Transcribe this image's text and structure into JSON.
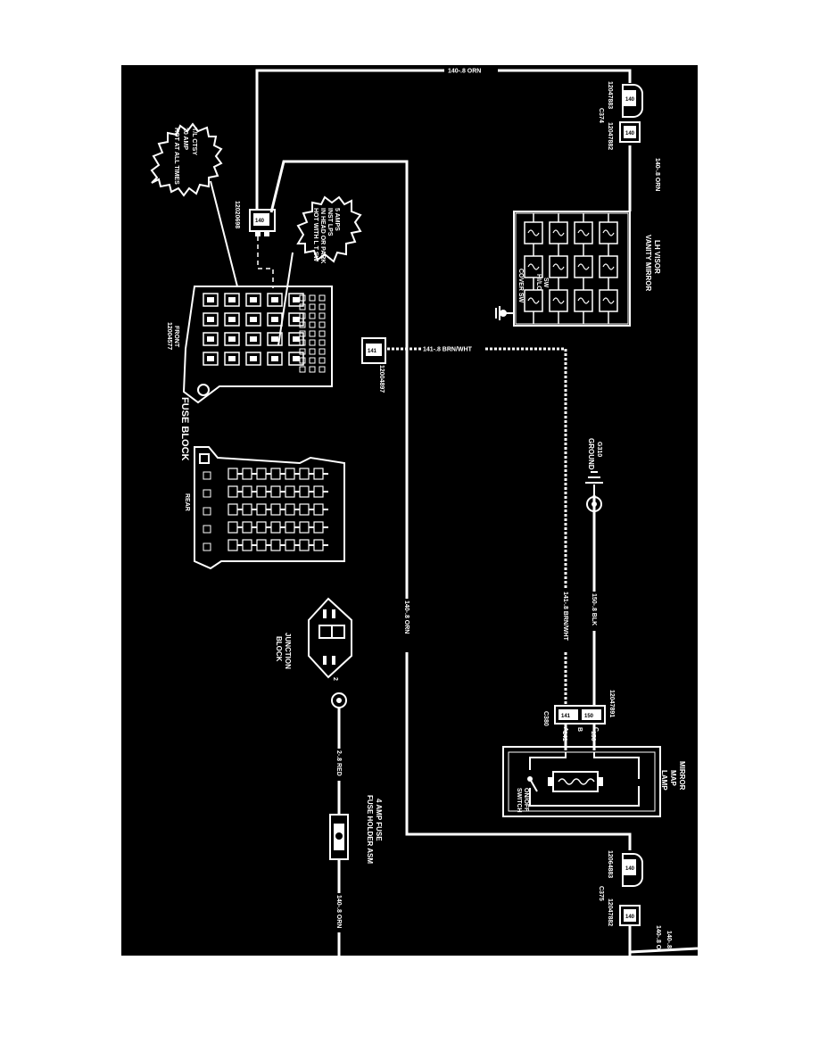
{
  "labels": {
    "wire_top_140": "140-.8 ORN",
    "wire_right_140": "140-.8 ORN",
    "wire_vert_140": "140-.8 ORN",
    "wire_141": "141-.8 BRN/WHT",
    "wire_141_vert": "141-.8 BRN/WHT",
    "wire_150": "150-.8 BLK",
    "wire_2_red": "2-.8 RED",
    "wire_bottom_140": "140-.8 ORN",
    "wire_br_140a": "140-.8 O",
    "wire_br_140b": "140-.8",
    "conn_c374": "C374",
    "conn_12047883": "12047883",
    "conn_12047882_top": "12047882",
    "conn_12020698": "12020698",
    "conn_12004897": "12004897",
    "conn_12047891": "12047891",
    "conn_c380": "C380",
    "conn_12064883": "12064883",
    "conn_12047882_bot": "12047882",
    "conn_c375": "C375",
    "pin_140_a": "140",
    "pin_140_b": "140",
    "pin_140_c": "140",
    "pin_140_d": "140",
    "pin_140_e": "140",
    "pin_141": "141",
    "pin_141_c380": "141",
    "pin_150_c380": "150",
    "pin_a": "A",
    "pin_b": "B",
    "pin_c": "C",
    "pin_num_141": "141",
    "pin_num_150": "150",
    "tl_ctsy_1": "T/L CTSY",
    "tl_ctsy_2": "20 AMP",
    "hot_all_1": "HOT AT ALL TIMES",
    "inst_1": "HOT WITH L T SW",
    "inst_2": "IN HEAD OR PARK",
    "inst_3": "INST LPS",
    "inst_4": "5 AMPS",
    "front": "FRONT",
    "front_num": "12004577",
    "fuse_block": "FUSE BLOCK",
    "rear": "REAR",
    "ground": "GROUND",
    "ground_num": "G310",
    "lh_visor_1": "LH VISOR",
    "lh_visor_2": "VANITY MIRROR",
    "cover_sw": "COVER SW",
    "hi_lo_1": "HI/LO",
    "hi_lo_2": "SW",
    "junction_1": "JUNCTION",
    "junction_2": "BLOCK",
    "junction_pin": "2",
    "mirror_1": "MIRROR",
    "mirror_2": "MAP",
    "mirror_3": "LAMP",
    "onoff_1": "ON/OFF",
    "onoff_2": "SWITCH",
    "fuse_holder_1": "FUSE HOLDER ASM",
    "fuse_holder_2": "4 AMP FUSE"
  },
  "colors": {
    "background": "#000000",
    "ink": "#ffffff",
    "page": "#ffffff"
  }
}
